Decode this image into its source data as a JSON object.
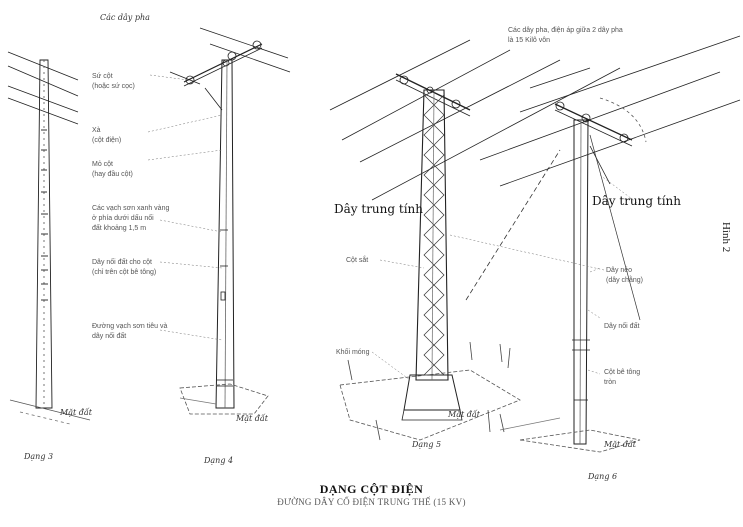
{
  "labels": {
    "top_conductors": "Các dây pha",
    "insulator_a": "Sứ cột",
    "insulator_b": "(hoặc sứ cọc)",
    "crossarm_a": "Xà",
    "crossarm_b": "(cột điện)",
    "pole_top_a": "Mỏ cột",
    "pole_top_b": "(hay đầu cột)",
    "marking_a": "Các vạch sơn xanh vàng",
    "marking_b": "ở phía dưới dấu nối",
    "marking_c": "đất khoảng 1,5 m",
    "ground_wire_a": "Dây nối đất cho cột",
    "ground_wire_b": "(chỉ trên cột bê tông)",
    "ground_strip_a": "Đường vạch sơn tiêu và",
    "ground_strip_b": "dây nối đất",
    "right_conductors_a": "Các dây pha, điện áp giữa 2 dây pha",
    "right_conductors_b": "là 15 Kilô vôn",
    "neutral_left": "Dây trung tính",
    "neutral_right": "Dây trung tính",
    "lattice_pole": "Cột sắt",
    "guy_a": "Dây néo",
    "guy_b": "(dây chằng)",
    "ground_lead": "Dây nối đất",
    "concrete_pole_a": "Cột bê tông",
    "concrete_pole_b": "tròn",
    "foundation": "Khối móng",
    "ground_surface_1": "Mặt đất",
    "ground_surface_2": "Mặt đất",
    "ground_surface_3": "Mặt đất",
    "ground_surface_4": "Mặt đất",
    "type_3": "Dạng 3",
    "type_4": "Dạng 4",
    "type_5": "Dạng 5",
    "type_6": "Dạng 6"
  },
  "title": "DẠNG CỘT ĐIỆN",
  "subtitle": "ĐƯỜNG DÂY CỐ ĐIỆN TRUNG THẾ (15 KV)",
  "figure_label": "Hình 2",
  "colors": {
    "ink": "#222222",
    "paper": "#ffffff"
  }
}
